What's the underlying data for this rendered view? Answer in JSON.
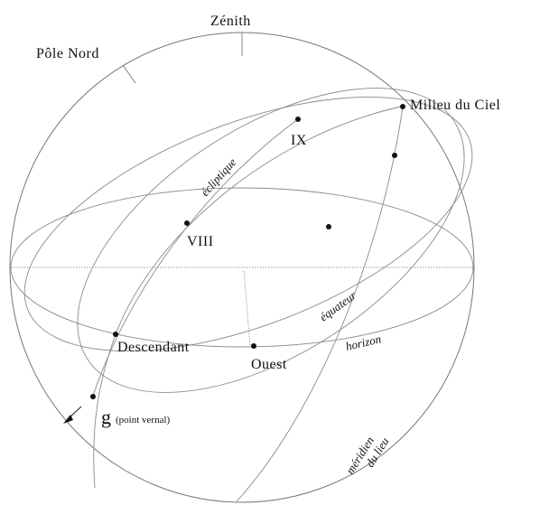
{
  "labels": {
    "zenith": "Zénith",
    "pole_nord": "Pôle Nord",
    "milieu_du_ciel": "Milieu du Ciel",
    "ix": "IX",
    "viii": "VIII",
    "ecliptique": "écliptique",
    "equateur": "équateur",
    "horizon": "horizon",
    "descendant": "Descendant",
    "ouest": "Ouest",
    "g_letter": "g",
    "point_vernal": "(point vernal)",
    "meridien": "méridien",
    "du_lieu": "du lieu"
  }
}
